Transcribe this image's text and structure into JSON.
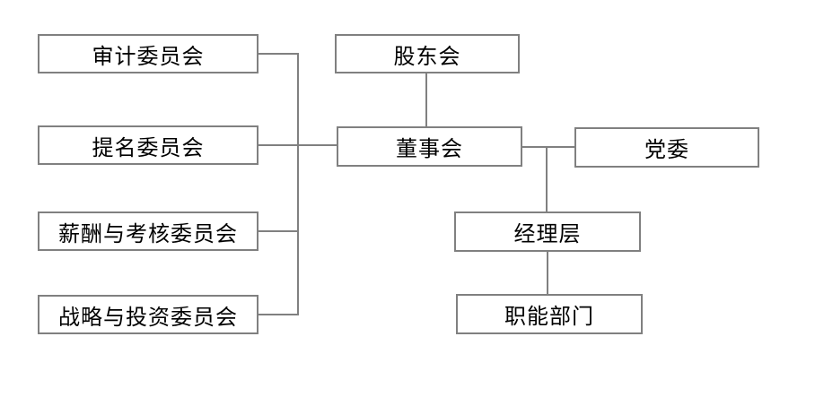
{
  "diagram": {
    "type": "org-chart",
    "language": "zh-CN",
    "nodes": {
      "audit": {
        "label": "审计委员会"
      },
      "nomination": {
        "label": "提名委员会"
      },
      "remuneration": {
        "label": "薪酬与考核委员会"
      },
      "strategy": {
        "label": "战略与投资委员会"
      },
      "shareholders": {
        "label": "股东会"
      },
      "board": {
        "label": "董事会"
      },
      "party": {
        "label": "党委"
      },
      "management": {
        "label": "经理层"
      },
      "functional": {
        "label": "职能部门"
      }
    },
    "edges": [
      {
        "from": "股东会",
        "to": "董事会"
      },
      {
        "from": "董事会",
        "to": "审计委员会"
      },
      {
        "from": "董事会",
        "to": "提名委员会"
      },
      {
        "from": "董事会",
        "to": "薪酬与考核委员会"
      },
      {
        "from": "董事会",
        "to": "战略与投资委员会"
      },
      {
        "from": "董事会",
        "to": "党委"
      },
      {
        "from": "董事会",
        "to": "经理层"
      },
      {
        "from": "经理层",
        "to": "职能部门"
      }
    ],
    "colors": {
      "border": "#808080",
      "connector": "#808080",
      "text": "#000000",
      "background": "#ffffff"
    }
  }
}
